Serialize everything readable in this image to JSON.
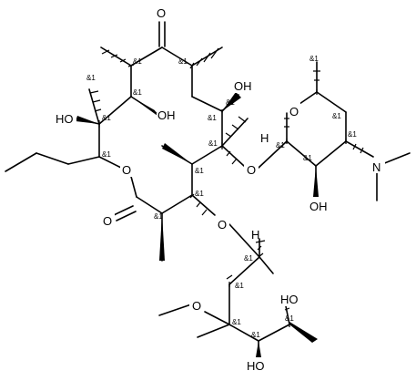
{
  "molecule": {
    "atom_labels": [
      "O",
      "HO",
      "OH",
      "OH",
      "HO",
      "O",
      "O",
      "O",
      "OH",
      "O",
      "N",
      "H",
      "O",
      "O",
      "HO",
      "H"
    ],
    "stereo_marker": "&1",
    "stereo_count": 22
  }
}
